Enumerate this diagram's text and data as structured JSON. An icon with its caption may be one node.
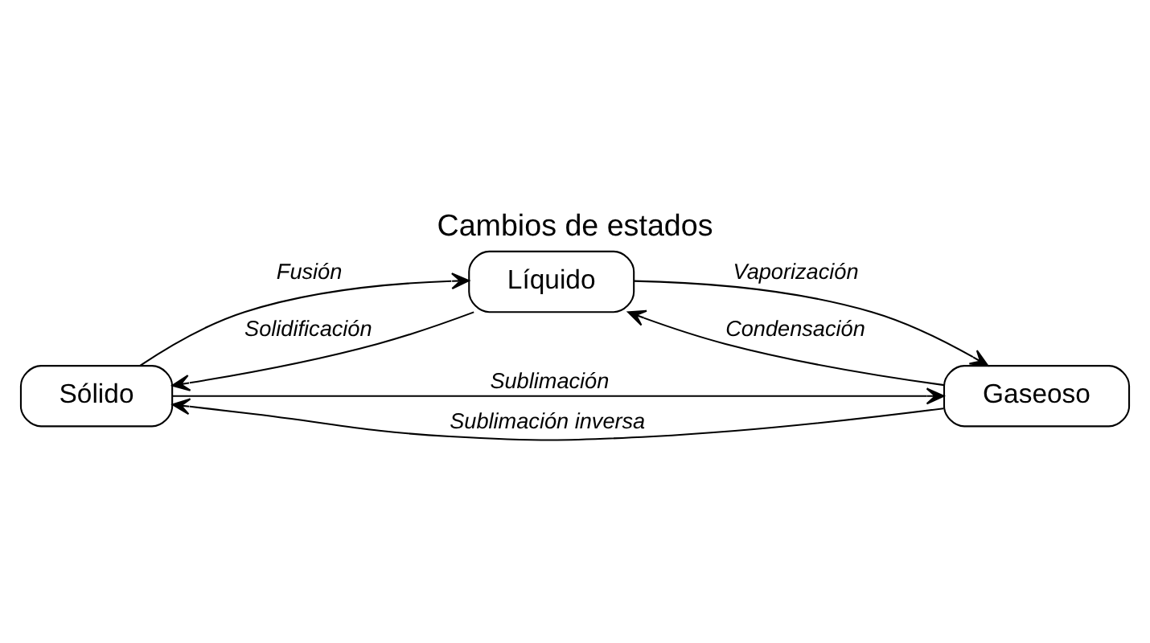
{
  "diagram": {
    "title": "Cambios de estados",
    "nodes": [
      {
        "text": [
          "Sólido"
        ]
      },
      {
        "text": [
          "Líquido"
        ]
      },
      {
        "text": [
          "Gaseoso"
        ]
      }
    ],
    "edges": [
      {
        "from": 0,
        "to": 2,
        "arrow": "to",
        "label": "Sublimación"
      },
      {
        "from": 0,
        "to": 1,
        "arrow": "to",
        "label": "Fusión"
      },
      {
        "from": 1,
        "to": 2,
        "arrow": "to",
        "label": "Vaporización"
      },
      {
        "from": 1,
        "to": 0,
        "arrow": "to",
        "label": "Solidificación"
      },
      {
        "from": 2,
        "to": 1,
        "arrow": "to",
        "label": "Condensación"
      },
      {
        "from": 2,
        "to": 0,
        "arrow": "to",
        "label": "Sublimación inversa"
      }
    ]
  }
}
